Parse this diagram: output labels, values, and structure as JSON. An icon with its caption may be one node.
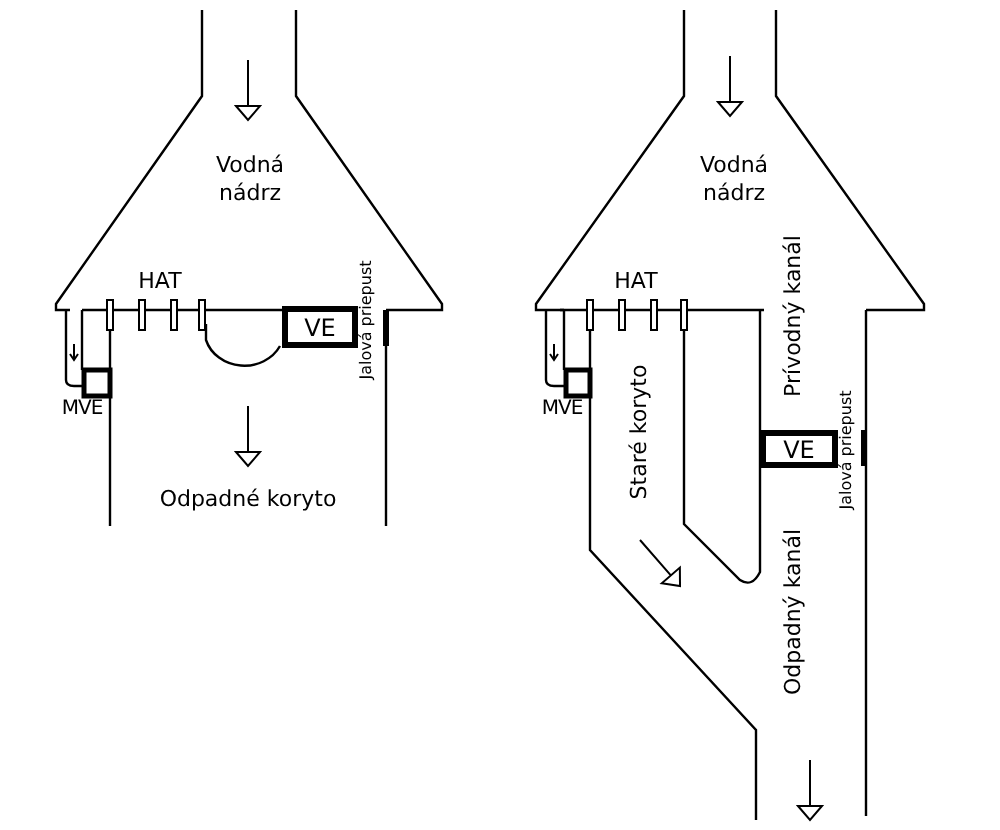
{
  "diagram": {
    "nodes": [
      {
        "text": [
          "VE"
        ]
      },
      {
        "text": [
          "VE"
        ]
      }
    ],
    "labels": [
      "Vodná nádrz",
      "HAT",
      "Jalová priepust",
      "MVE",
      "Odpadné koryto",
      "Vodná nádrz",
      "HAT",
      "Prívodný kanál",
      "MVE",
      "Staré koryto",
      "Jalová priepust",
      "Odpadný kanál"
    ]
  }
}
